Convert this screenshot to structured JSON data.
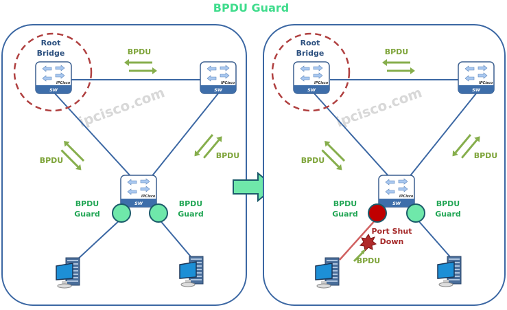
{
  "title": "BPDU Guard",
  "watermark": "ipcisco.com",
  "colors": {
    "title": "#3fdc8c",
    "frame": "#3b67a3",
    "bpdu": "#7ea43a",
    "guard": "#22a655",
    "port_ok": "#6fe8aa",
    "port_down": "#c00000",
    "root_circle": "#b04040"
  },
  "left": {
    "root_label_1": "Root",
    "root_label_2": "Bridge",
    "bpdu_top": "BPDU",
    "bpdu_left": "BPDU",
    "bpdu_right": "BPDU",
    "guard_left_1": "BPDU",
    "guard_left_2": "Guard",
    "guard_right_1": "BPDU",
    "guard_right_2": "Guard",
    "switch_label": "SW",
    "switch_brand": "IPCisco"
  },
  "right": {
    "root_label_1": "Root",
    "root_label_2": "Bridge",
    "bpdu_top": "BPDU",
    "bpdu_left": "BPDU",
    "bpdu_right": "BPDU",
    "guard_left_1": "BPDU",
    "guard_left_2": "Guard",
    "guard_right_1": "BPDU",
    "guard_right_2": "Guard",
    "shut_1": "Port Shut",
    "shut_2": "Down",
    "bpdu_attack": "BPDU",
    "switch_label": "SW",
    "switch_brand": "IPCisco"
  }
}
